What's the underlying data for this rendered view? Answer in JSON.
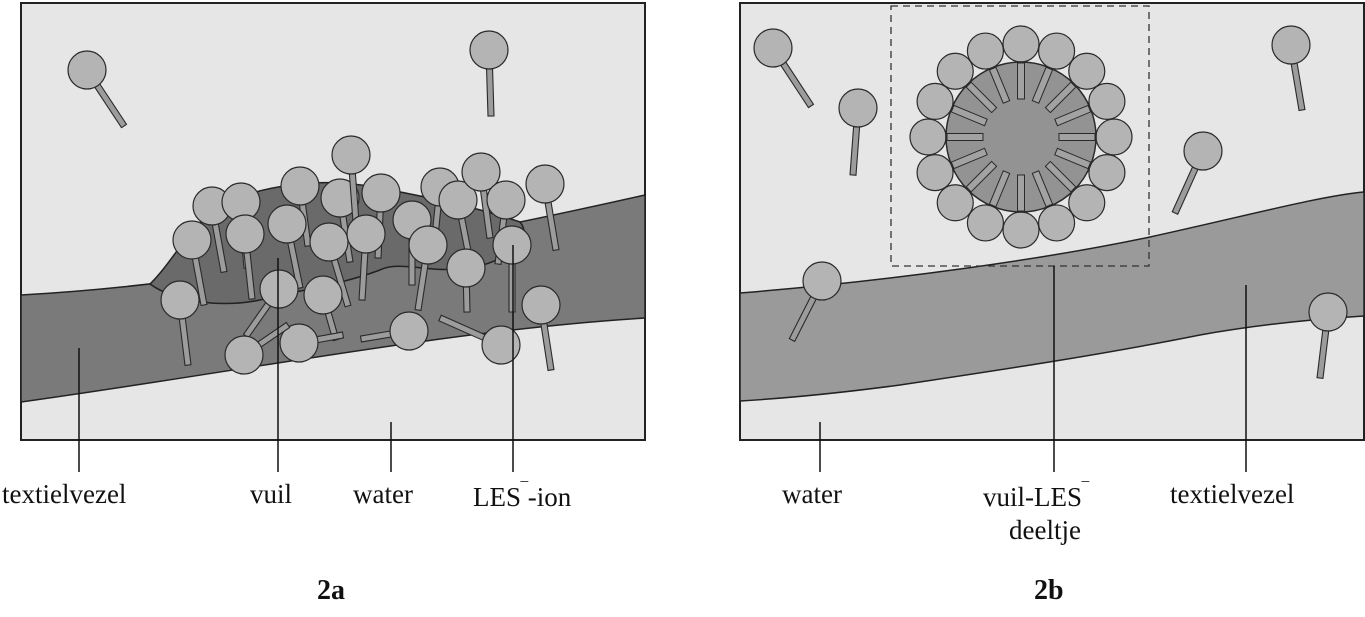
{
  "panel_a": {
    "caption": "2a",
    "labels": {
      "fiber": "textielvezel",
      "dirt": "vuil",
      "water": "water",
      "ion": "LES",
      "ion_charge": "‾",
      "ion_suffix": "-ion"
    }
  },
  "panel_b": {
    "caption": "2b",
    "labels": {
      "water": "water",
      "particle_line1": "vuil-LES",
      "particle_charge": "‾",
      "particle_line2": "deeltje",
      "fiber": "textielvezel"
    }
  },
  "colors": {
    "water": "#e6e6e6",
    "fiber_a": "#7a7a7a",
    "fiber_b": "#9a9a9a",
    "dirt": "#6a6a6a",
    "ion_head": "#b4b4b4",
    "outline": "#2a2a2a"
  }
}
